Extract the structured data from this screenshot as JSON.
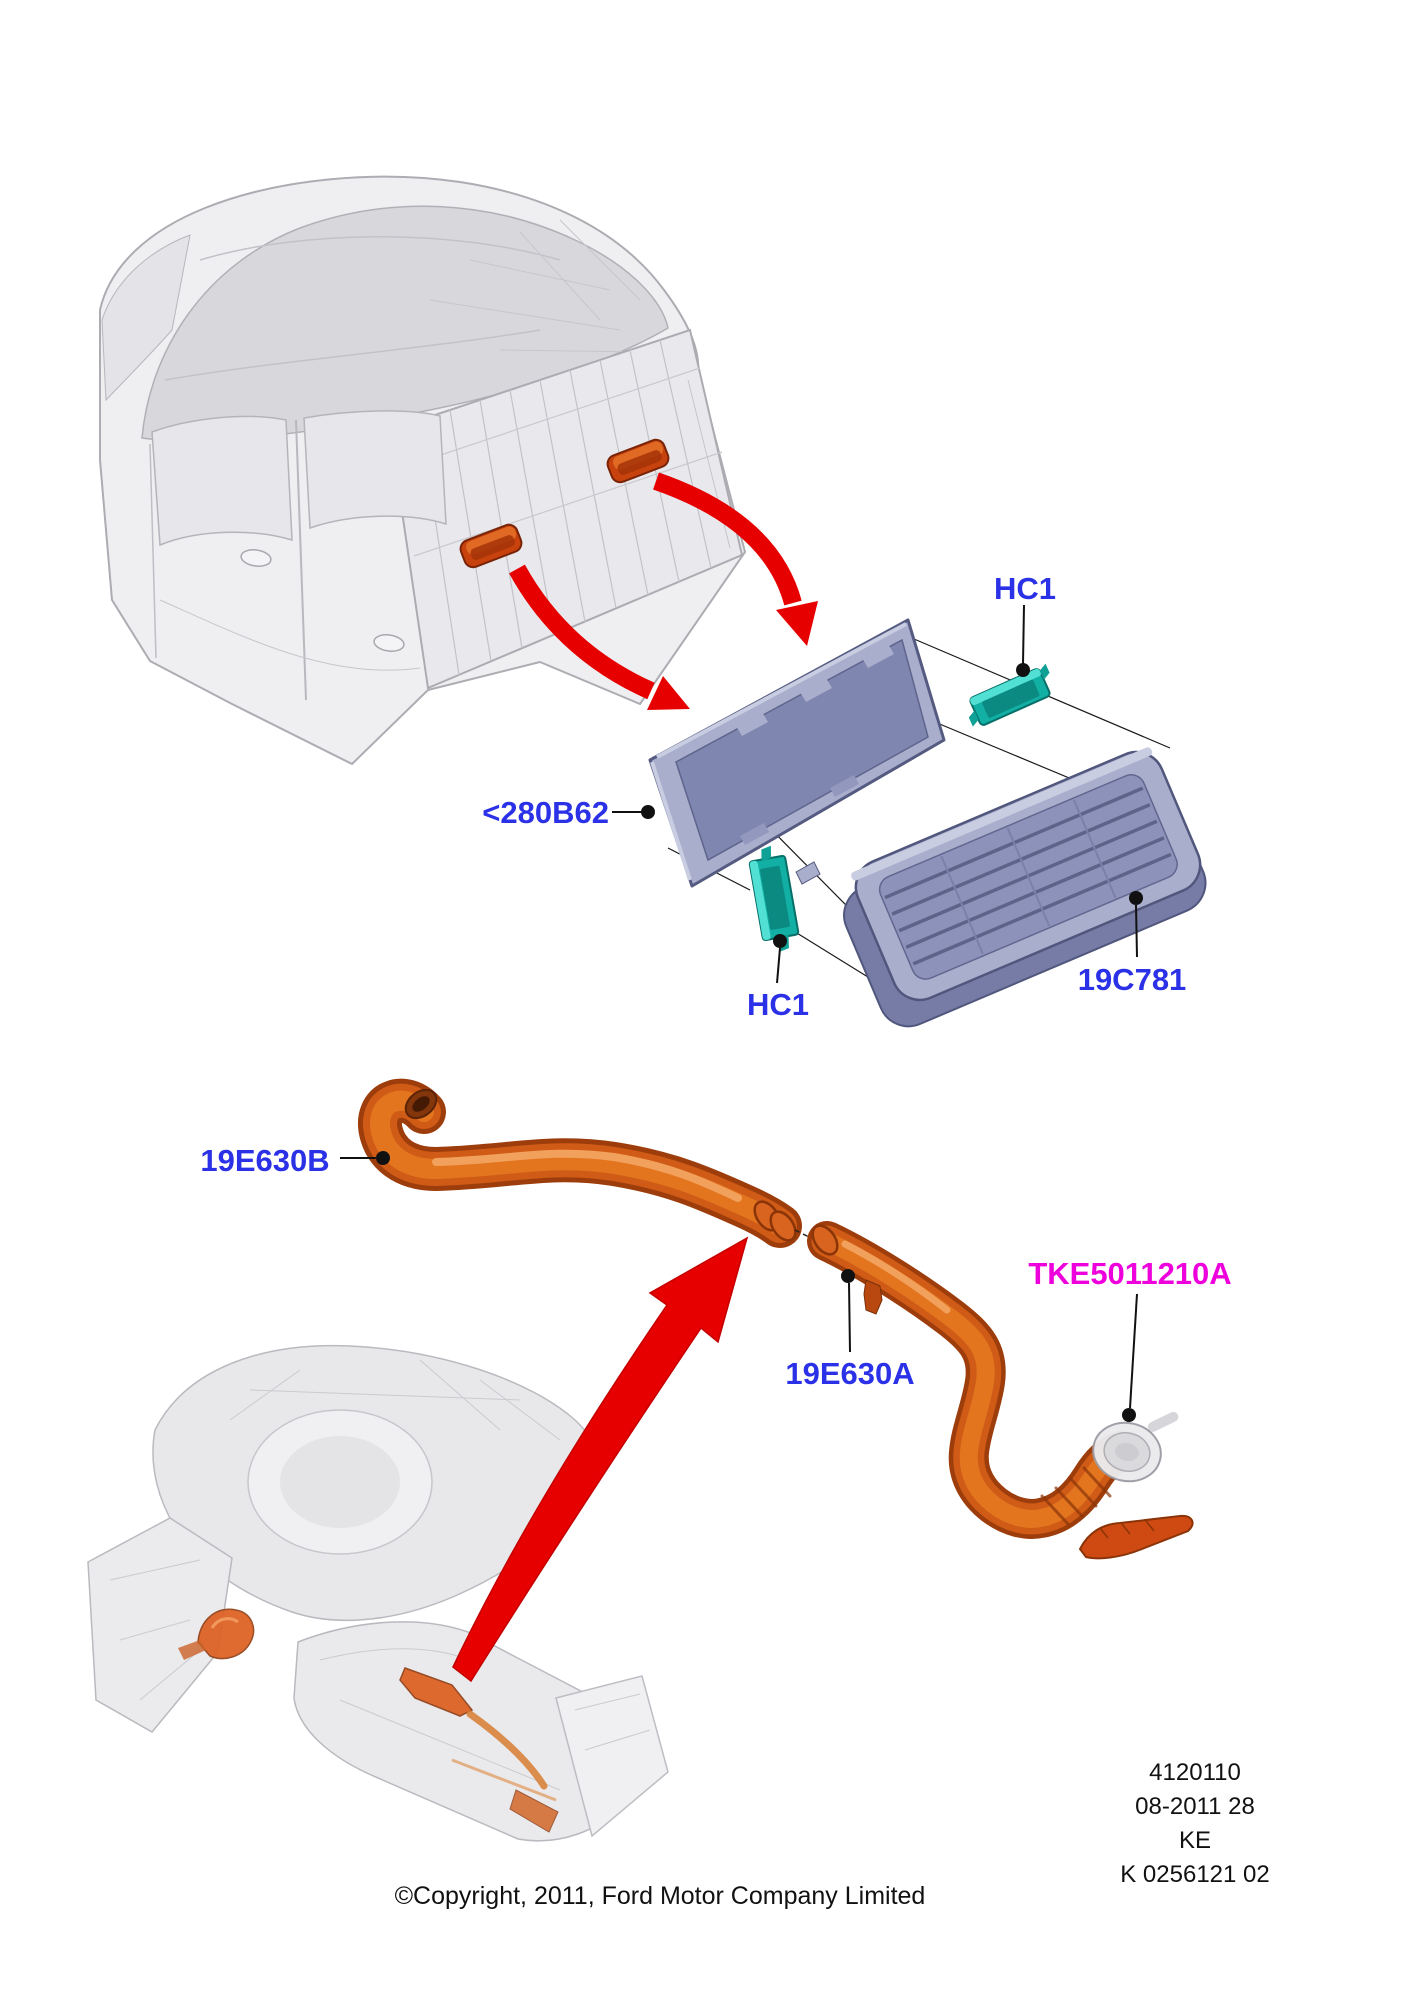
{
  "page": {
    "background": "#ffffff"
  },
  "callouts": {
    "hc1_top": {
      "label": "HC1"
    },
    "panel_280b62": {
      "label": "<280B62"
    },
    "grille_19c781": {
      "label": "19C781"
    },
    "hc1_bottom": {
      "label": "HC1"
    },
    "hose_19e630b": {
      "label": "19E630B"
    },
    "hose_19e630a": {
      "label": "19E630A"
    },
    "grommet_tke": {
      "label": "TKE5011210A"
    }
  },
  "footer": {
    "drawing_number": "4120110",
    "date_code": "08-2011 28",
    "market_code": "KE",
    "revision_code": "K 0256121 02",
    "copyright": "©Copyright, 2011, Ford Motor Company Limited"
  },
  "colors": {
    "callout_blue": "#2B31E6",
    "callout_magenta": "#EE00DD",
    "arrow_red": "#E60000",
    "part_orange": "#CF5B17",
    "clip_teal": "#12AFA5",
    "panel_gray_blue": "#A9AECC",
    "footer_text": "#111111"
  }
}
